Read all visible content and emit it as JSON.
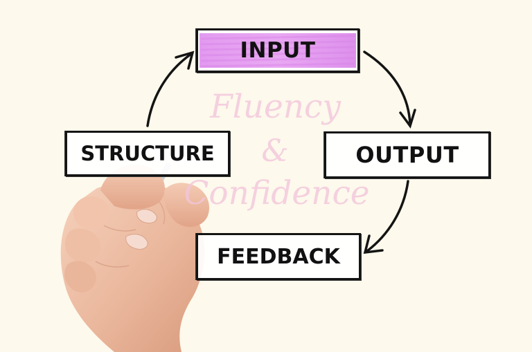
{
  "diagram": {
    "nodes": {
      "input": "INPUT",
      "output": "OUTPUT",
      "feedback": "FEEDBACK",
      "structure": "STRUCTURE"
    },
    "watermark": {
      "line1": "Fluency",
      "line2": "&",
      "line3": "Confidence"
    },
    "highlight_color": "#e7a0f0",
    "watermark_color": "#f3c6dc",
    "background_color": "#fdf9ec"
  }
}
